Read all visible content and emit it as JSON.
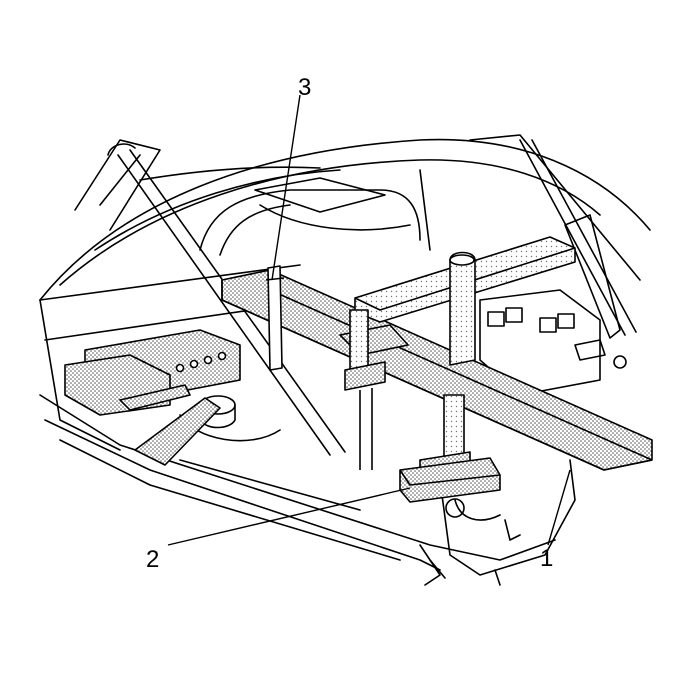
{
  "callouts": {
    "frame": "1",
    "support_pad": "2",
    "strap": "3"
  },
  "colors": {
    "line": "#000000",
    "background": "#ffffff",
    "stipple": "#7a7a7a"
  }
}
